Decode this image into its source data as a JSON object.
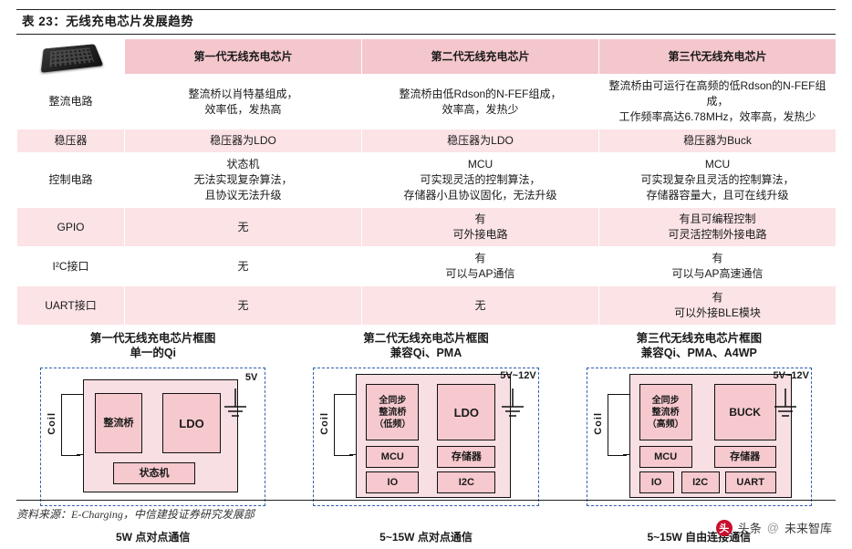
{
  "title": "表 23：无线充电芯片发展趋势",
  "table": {
    "headers": [
      "",
      "第一代无线充电芯片",
      "第二代无线充电芯片",
      "第三代无线充电芯片"
    ],
    "header_icon": "chip-photo",
    "rows": [
      {
        "label": "整流电路",
        "cells": [
          "整流桥以肖特基组成，\n效率低，发热高",
          "整流桥由低Rdson的N-FEF组成，\n效率高，发热少",
          "整流桥由可运行在高频的低Rdson的N-FEF组成，\n工作频率高达6.78MHz，效率高，发热少"
        ]
      },
      {
        "label": "稳压器",
        "cells": [
          "稳压器为LDO",
          "稳压器为LDO",
          "稳压器为Buck"
        ]
      },
      {
        "label": "控制电路",
        "cells": [
          "状态机\n无法实现复杂算法，\n且协议无法升级",
          "MCU\n可实现灵活的控制算法，\n存储器小且协议固化，无法升级",
          "MCU\n可实现复杂且灵活的控制算法，\n存储器容量大，且可在线升级"
        ]
      },
      {
        "label": "GPIO",
        "cells": [
          "无",
          "有\n可外接电路",
          "有且可编程控制\n可灵活控制外接电路"
        ]
      },
      {
        "label": "I²C接口",
        "cells": [
          "无",
          "有\n可以与AP通信",
          "有\n可以与AP高速通信"
        ]
      },
      {
        "label": "UART接口",
        "cells": [
          "无",
          "无",
          "有\n可以外接BLE模块"
        ]
      }
    ]
  },
  "diagrams": [
    {
      "title": "第一代无线充电芯片框图",
      "subtitle": "单一的Qi",
      "coil_label": "Coil",
      "voltage": "5V",
      "blocks": [
        {
          "name": "整流桥",
          "label": "整流桥"
        },
        {
          "name": "ldo",
          "label": "LDO"
        },
        {
          "name": "state-machine",
          "label": "状态机"
        }
      ],
      "bottom": "5W 点对点通信"
    },
    {
      "title": "第二代无线充电芯片框图",
      "subtitle": "兼容Qi、PMA",
      "coil_label": "Coil",
      "voltage": "5V~12V",
      "blocks": [
        {
          "name": "rectifier",
          "label": "全同步\n整流桥\n（低频）"
        },
        {
          "name": "ldo",
          "label": "LDO"
        },
        {
          "name": "mcu",
          "label": "MCU"
        },
        {
          "name": "rom",
          "label": "存储器"
        },
        {
          "name": "io",
          "label": "IO"
        },
        {
          "name": "i2c",
          "label": "I2C"
        }
      ],
      "bottom": "5~15W 点对点通信"
    },
    {
      "title": "第三代无线充电芯片框图",
      "subtitle": "兼容Qi、PMA、A4WP",
      "coil_label": "Coil",
      "voltage": "5V~12V",
      "blocks": [
        {
          "name": "rectifier",
          "label": "全同步\n整流桥\n（高频）"
        },
        {
          "name": "buck",
          "label": "BUCK"
        },
        {
          "name": "mcu",
          "label": "MCU"
        },
        {
          "name": "rom",
          "label": "存储器"
        },
        {
          "name": "io",
          "label": "IO"
        },
        {
          "name": "i2c",
          "label": "I2C"
        },
        {
          "name": "uart",
          "label": "UART"
        }
      ],
      "bottom": "5~15W 自由连接通信"
    }
  ],
  "footer": {
    "source": "资料来源：E-Charging，中信建投证券研究发展部"
  },
  "watermark": {
    "logo_text": "头",
    "brand": "头条",
    "separator": "@",
    "account": "未来智库"
  },
  "colors": {
    "header_pink": "#f4c7cd",
    "band_pink": "#fbe3e6",
    "block_pink": "#f6c9ce",
    "dash_blue": "#2f5fb0",
    "rule": "#222222"
  }
}
